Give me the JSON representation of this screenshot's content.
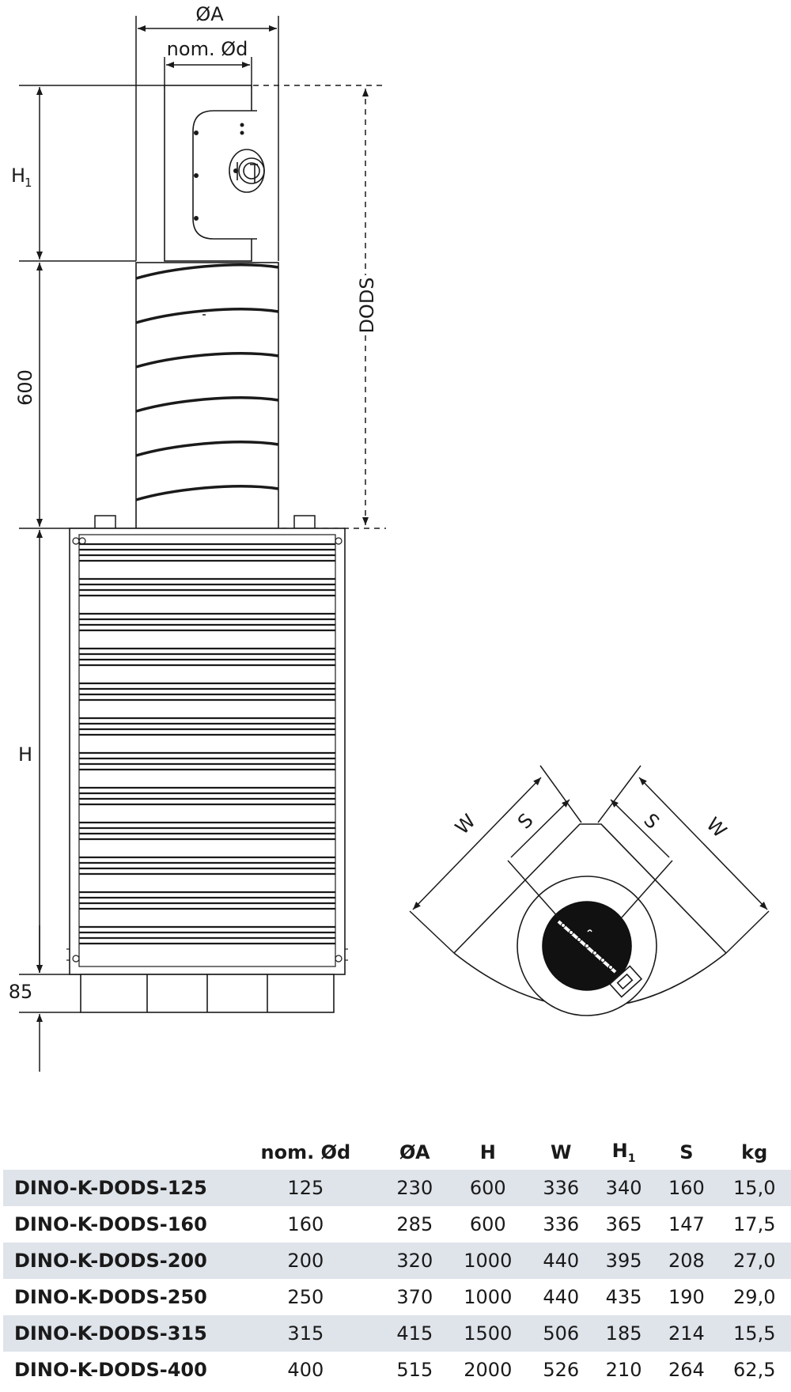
{
  "drawing": {
    "labels": {
      "outer_diameter": "ØA",
      "nominal_diameter": "nom. Ød",
      "h1": "H",
      "h1_subscript": "1",
      "height_600": "600",
      "height_h": "H",
      "height_85": "85",
      "dods": "DODS",
      "w_left": "W",
      "s_left": "S",
      "s_right": "S",
      "w_right": "W"
    }
  },
  "table": {
    "headers": [
      "",
      "nom. Ød",
      "ØA",
      "H",
      "W",
      "H",
      "S",
      "kg"
    ],
    "h1_subscript": "1",
    "rows": [
      [
        "DINO-K-DODS-125",
        "125",
        "230",
        "600",
        "336",
        "340",
        "160",
        "15,0"
      ],
      [
        "DINO-K-DODS-160",
        "160",
        "285",
        "600",
        "336",
        "365",
        "147",
        "17,5"
      ],
      [
        "DINO-K-DODS-200",
        "200",
        "320",
        "1000",
        "440",
        "395",
        "208",
        "27,0"
      ],
      [
        "DINO-K-DODS-250",
        "250",
        "370",
        "1000",
        "440",
        "435",
        "190",
        "29,0"
      ],
      [
        "DINO-K-DODS-315",
        "315",
        "415",
        "1500",
        "506",
        "185",
        "214",
        "15,5"
      ],
      [
        "DINO-K-DODS-400",
        "400",
        "515",
        "2000",
        "526",
        "210",
        "264",
        "62,5"
      ]
    ]
  }
}
